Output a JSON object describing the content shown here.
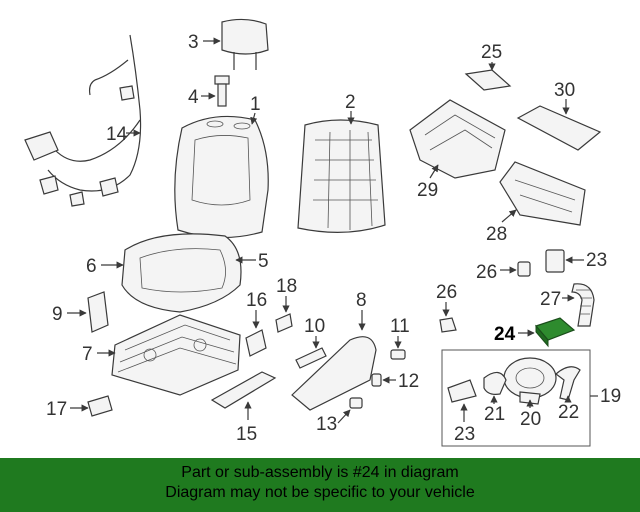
{
  "callouts": {
    "n1": "1",
    "n2": "2",
    "n3": "3",
    "n4": "4",
    "n5": "5",
    "n6": "6",
    "n7": "7",
    "n8": "8",
    "n9": "9",
    "n10": "10",
    "n11": "11",
    "n12": "12",
    "n13": "13",
    "n14": "14",
    "n15": "15",
    "n16": "16",
    "n17": "17",
    "n18": "18",
    "n19": "19",
    "n20": "20",
    "n21": "21",
    "n22": "22",
    "n23a": "23",
    "n23b": "23",
    "n24": "24",
    "n25": "25",
    "n26a": "26",
    "n26b": "26",
    "n27": "27",
    "n28": "28",
    "n29": "29",
    "n30": "30"
  },
  "highlight_color": "#2e8b2e",
  "banner": {
    "line1": "Part or sub-assembly is #24 in diagram",
    "line2": "Diagram may not be specific to your vehicle",
    "color": "#1f7a1f"
  }
}
